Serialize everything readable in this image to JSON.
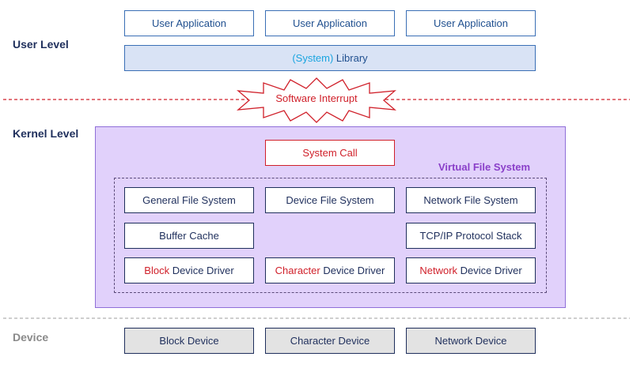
{
  "levels": {
    "user": "User Level",
    "kernel": "Kernel Level",
    "device": "Device"
  },
  "user_apps": [
    "User Application",
    "User Application",
    "User Application"
  ],
  "library": {
    "prefix": "(System)",
    "rest": " Library"
  },
  "software_interrupt": "Software Interrupt",
  "system_call": "System Call",
  "vfs_label": "Virtual File System",
  "file_systems": {
    "general": "General File System",
    "device": "Device File System",
    "network": "Network File System"
  },
  "buffer_cache": "Buffer Cache",
  "tcpip": "TCP/IP Protocol Stack",
  "drivers": {
    "block": {
      "prefix": "Block",
      "rest": " Device Driver"
    },
    "character": {
      "prefix": "Character",
      "rest": " Device Driver"
    },
    "network": {
      "prefix": "Network",
      "rest": " Device Driver"
    }
  },
  "devices": [
    "Block Device",
    "Character Device",
    "Network Device"
  ],
  "colors": {
    "navy": "#1f2f5c",
    "red": "#d0202a",
    "kernel_bg": "#e1d1fb",
    "library_bg": "#d9e3f5",
    "device_bg": "#e3e3e3",
    "vfs_purple": "#8a3fc9",
    "cyan": "#1aa5e0"
  }
}
